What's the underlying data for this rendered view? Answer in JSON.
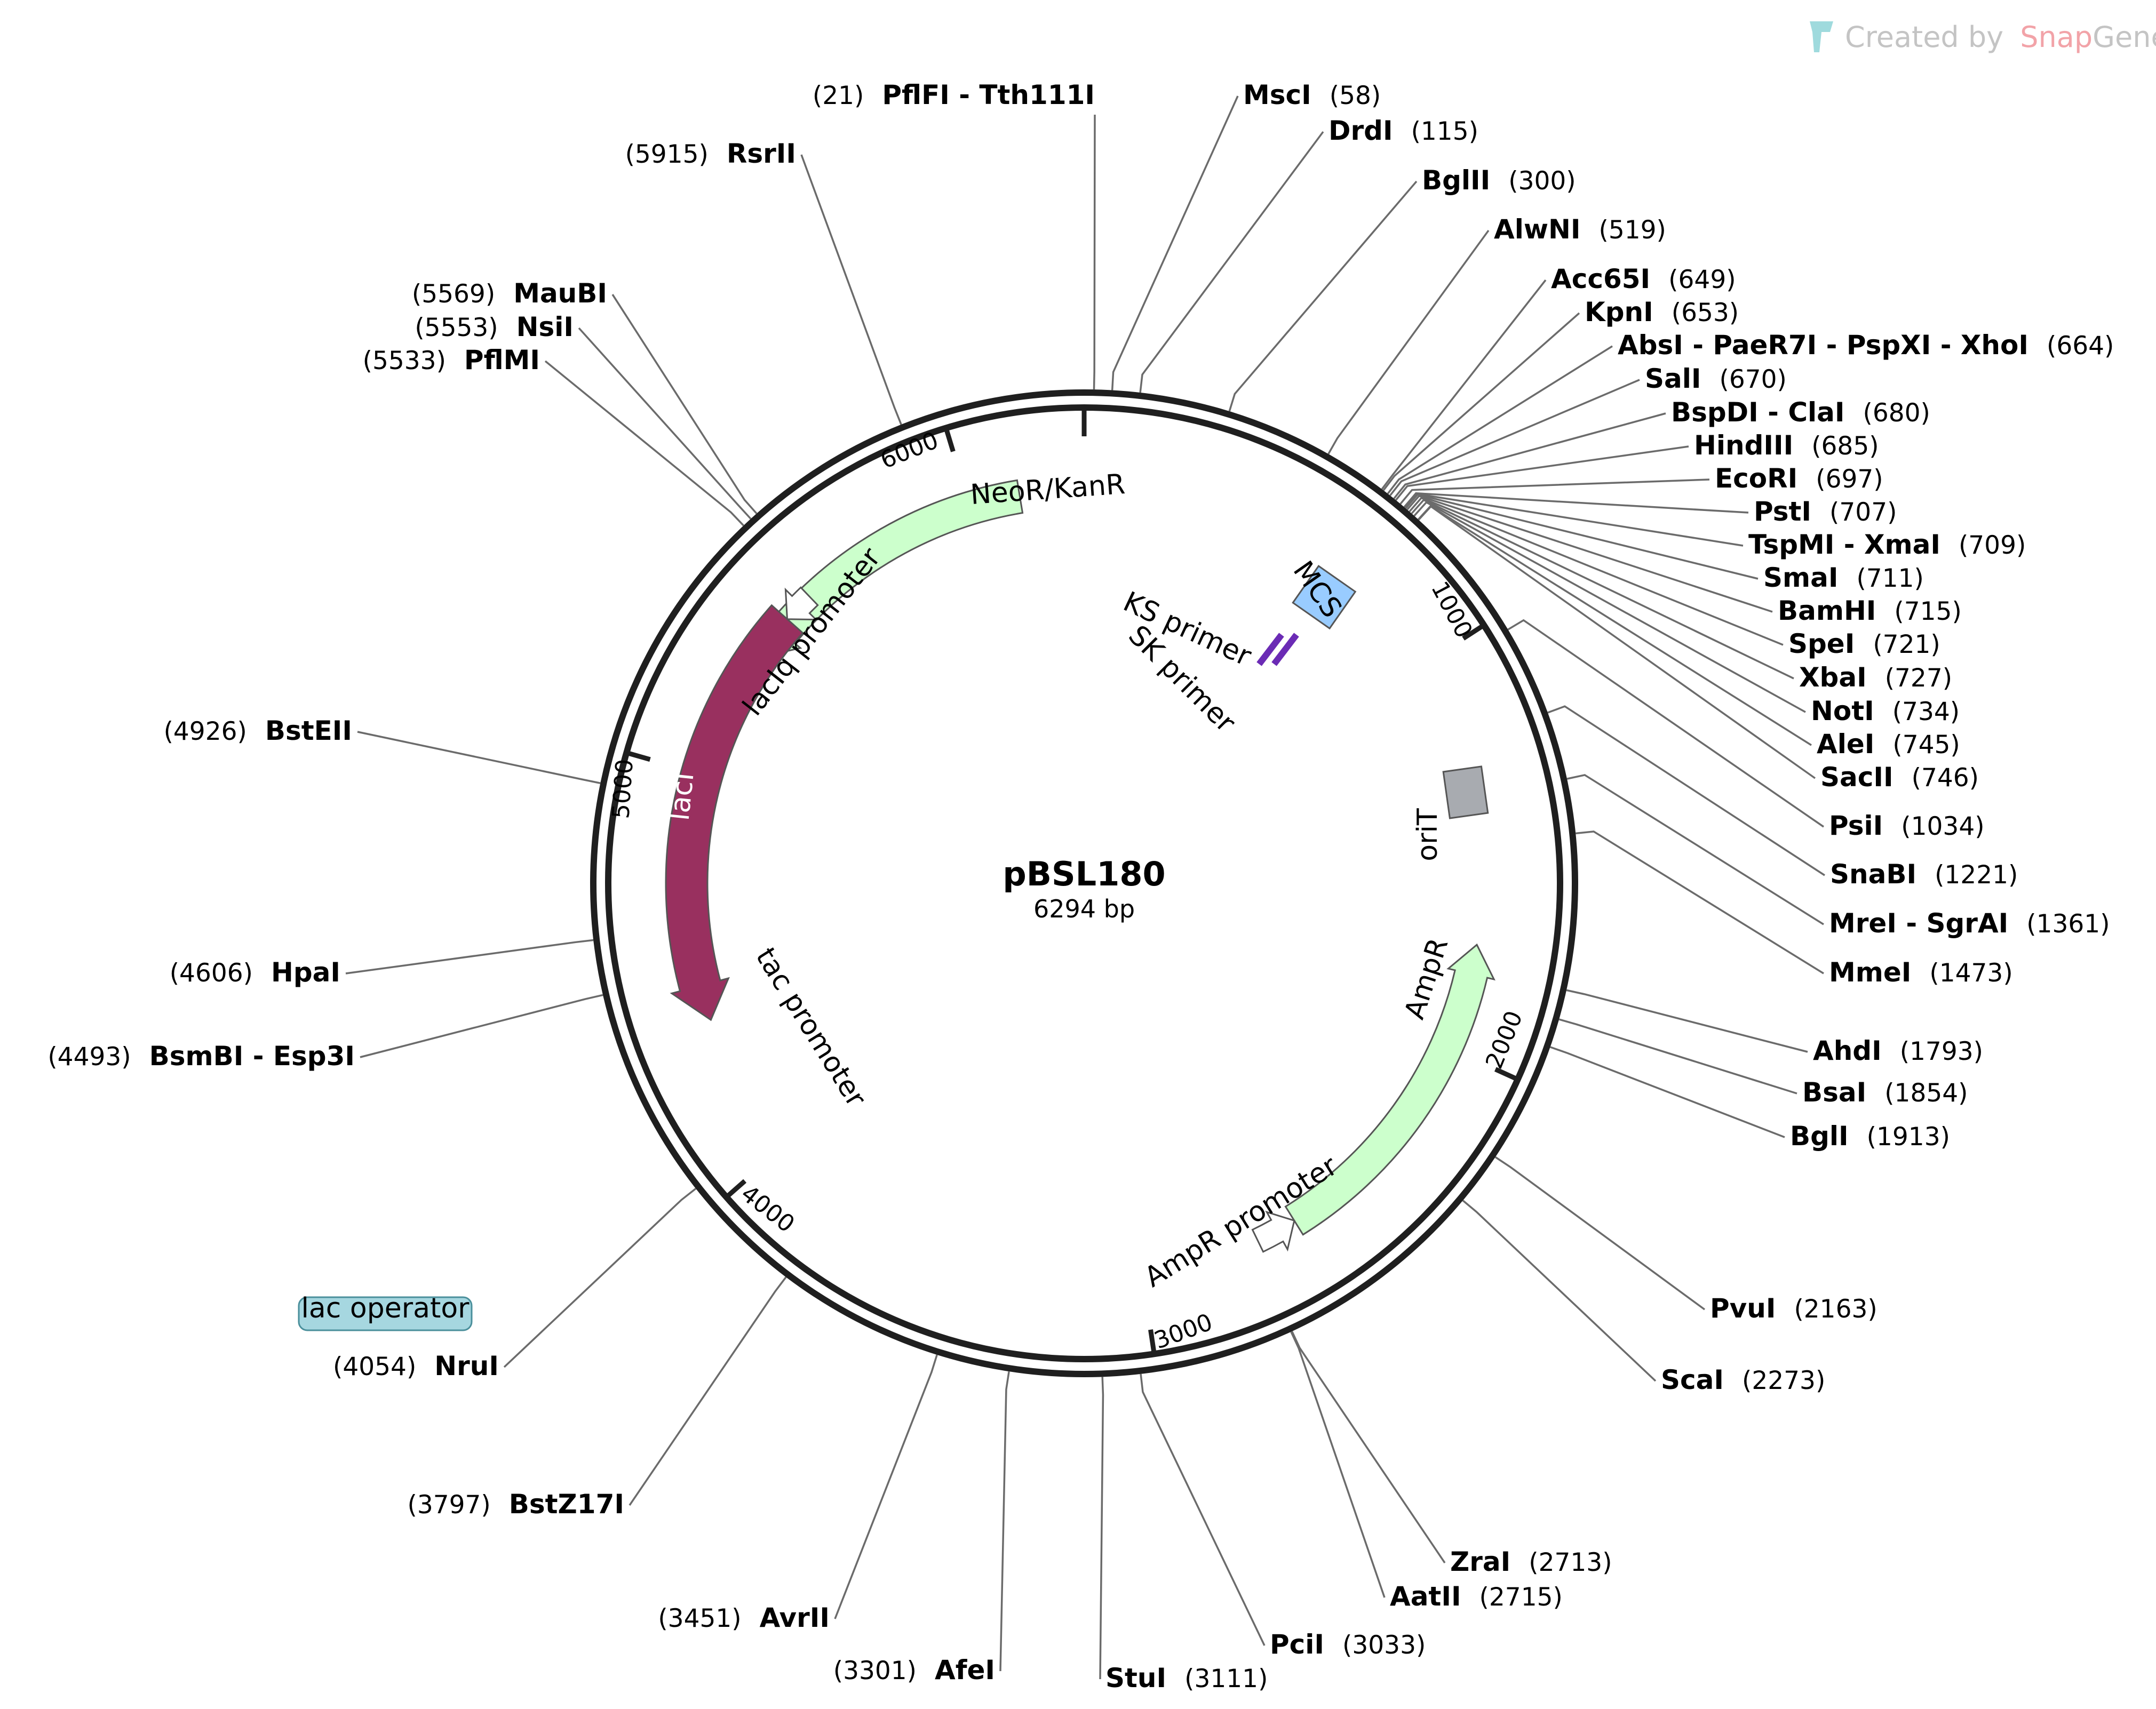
{
  "plasmid": {
    "name": "pBSL180",
    "length_label": "6294 bp",
    "length": 6294
  },
  "watermark": {
    "prefix": "Created by",
    "brand_a": "Snap",
    "brand_b": "Gene"
  },
  "ruler": [
    {
      "pos": 1000,
      "label": "1000"
    },
    {
      "pos": 2000,
      "label": "2000"
    },
    {
      "pos": 3000,
      "label": "3000"
    },
    {
      "pos": 4000,
      "label": "4000"
    },
    {
      "pos": 5000,
      "label": "5000"
    },
    {
      "pos": 6000,
      "label": "6000"
    }
  ],
  "features": [
    {
      "name": "NeoR/KanR",
      "type": "gene",
      "color": "#ccffcc",
      "direction": "reverse",
      "start": 5340,
      "end": 6130
    },
    {
      "name": "lacI",
      "type": "gene",
      "color": "#99305f",
      "direction": "reverse",
      "start": 4370,
      "end": 5450
    },
    {
      "name": "lacIq promoter",
      "type": "promoter",
      "color": "#ffffff",
      "direction": "reverse",
      "start": 5450,
      "end": 5530
    },
    {
      "name": "AmpR",
      "type": "gene",
      "color": "#ccffcc",
      "direction": "reverse",
      "start": 1730,
      "end": 2590
    },
    {
      "name": "AmpR promoter",
      "type": "promoter",
      "color": "#ffffff",
      "direction": "reverse",
      "start": 2590,
      "end": 2695
    },
    {
      "name": "MCS",
      "type": "misc",
      "color": "#99ccff",
      "direction": "none",
      "start": 640,
      "end": 760
    },
    {
      "name": "oriT",
      "type": "misc",
      "color": "#a8abb0",
      "direction": "none",
      "start": 1290,
      "end": 1390
    },
    {
      "name": "KS primer",
      "type": "primer",
      "color": "#6b2bb5",
      "direction": "forward",
      "start": 770,
      "end": 800
    },
    {
      "name": "SK primer",
      "type": "primer",
      "color": "#6b2bb5",
      "direction": "reverse",
      "start": 800,
      "end": 830
    },
    {
      "name": "tac promoter",
      "type": "promoter",
      "color": "#2e6f80",
      "direction": "reverse",
      "start": 4085,
      "end": 4125
    },
    {
      "name": "lac operator",
      "type": "protein_bind",
      "color": "#a6d7e0",
      "direction": "none",
      "start": 4065,
      "end": 4075
    }
  ],
  "sites": [
    {
      "name": "PflFI - Tth111I",
      "pos_label": "(21)",
      "pos": 21
    },
    {
      "name": "MscI",
      "pos_label": "(58)",
      "pos": 58
    },
    {
      "name": "DrdI",
      "pos_label": "(115)",
      "pos": 115
    },
    {
      "name": "BglII",
      "pos_label": "(300)",
      "pos": 300
    },
    {
      "name": "AlwNI",
      "pos_label": "(519)",
      "pos": 519
    },
    {
      "name": "Acc65I",
      "pos_label": "(649)",
      "pos": 649
    },
    {
      "name": "KpnI",
      "pos_label": "(653)",
      "pos": 653
    },
    {
      "name": "AbsI - PaeR7I - PspXI - XhoI",
      "pos_label": "(664)",
      "pos": 664
    },
    {
      "name": "SalI",
      "pos_label": "(670)",
      "pos": 670
    },
    {
      "name": "BspDI - ClaI",
      "pos_label": "(680)",
      "pos": 680
    },
    {
      "name": "HindIII",
      "pos_label": "(685)",
      "pos": 685
    },
    {
      "name": "EcoRI",
      "pos_label": "(697)",
      "pos": 697
    },
    {
      "name": "PstI",
      "pos_label": "(707)",
      "pos": 707
    },
    {
      "name": "TspMI - XmaI",
      "pos_label": "(709)",
      "pos": 709
    },
    {
      "name": "SmaI",
      "pos_label": "(711)",
      "pos": 711
    },
    {
      "name": "BamHI",
      "pos_label": "(715)",
      "pos": 715
    },
    {
      "name": "SpeI",
      "pos_label": "(721)",
      "pos": 721
    },
    {
      "name": "XbaI",
      "pos_label": "(727)",
      "pos": 727
    },
    {
      "name": "NotI",
      "pos_label": "(734)",
      "pos": 734
    },
    {
      "name": "AleI",
      "pos_label": "(745)",
      "pos": 745
    },
    {
      "name": "SacII",
      "pos_label": "(746)",
      "pos": 746
    },
    {
      "name": "PsiI",
      "pos_label": "(1034)",
      "pos": 1034
    },
    {
      "name": "SnaBI",
      "pos_label": "(1221)",
      "pos": 1221
    },
    {
      "name": "MreI - SgrAI",
      "pos_label": "(1361)",
      "pos": 1361
    },
    {
      "name": "MmeI",
      "pos_label": "(1473)",
      "pos": 1473
    },
    {
      "name": "AhdI",
      "pos_label": "(1793)",
      "pos": 1793
    },
    {
      "name": "BsaI",
      "pos_label": "(1854)",
      "pos": 1854
    },
    {
      "name": "BglI",
      "pos_label": "(1913)",
      "pos": 1913
    },
    {
      "name": "PvuI",
      "pos_label": "(2163)",
      "pos": 2163
    },
    {
      "name": "ScaI",
      "pos_label": "(2273)",
      "pos": 2273
    },
    {
      "name": "ZraI",
      "pos_label": "(2713)",
      "pos": 2713
    },
    {
      "name": "AatII",
      "pos_label": "(2715)",
      "pos": 2715
    },
    {
      "name": "PciI",
      "pos_label": "(3033)",
      "pos": 3033
    },
    {
      "name": "StuI",
      "pos_label": "(3111)",
      "pos": 3111
    },
    {
      "name": "AfeI",
      "pos_label": "(3301)",
      "pos": 3301
    },
    {
      "name": "AvrII",
      "pos_label": "(3451)",
      "pos": 3451
    },
    {
      "name": "BstZ17I",
      "pos_label": "(3797)",
      "pos": 3797
    },
    {
      "name": "NruI",
      "pos_label": "(4054)",
      "pos": 4054
    },
    {
      "name": "BsmBI - Esp3I",
      "pos_label": "(4493)",
      "pos": 4493
    },
    {
      "name": "HpaI",
      "pos_label": "(4606)",
      "pos": 4606
    },
    {
      "name": "BstEII",
      "pos_label": "(4926)",
      "pos": 4926
    },
    {
      "name": "PflMI",
      "pos_label": "(5533)",
      "pos": 5533
    },
    {
      "name": "NsiI",
      "pos_label": "(5553)",
      "pos": 5553
    },
    {
      "name": "MauBI",
      "pos_label": "(5569)",
      "pos": 5569
    },
    {
      "name": "RsrII",
      "pos_label": "(5915)",
      "pos": 5915
    }
  ]
}
